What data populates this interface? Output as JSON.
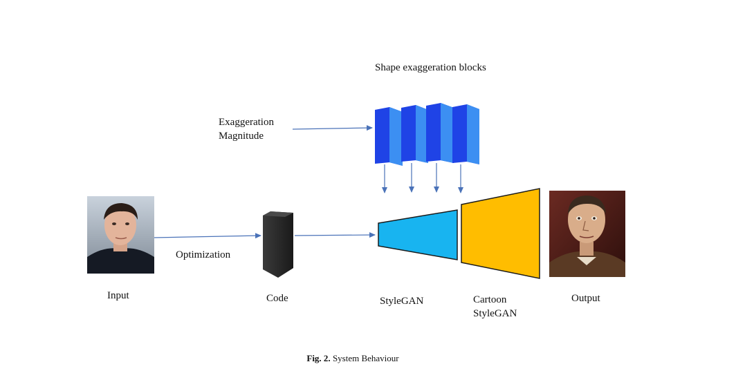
{
  "labels": {
    "blocks_title": "Shape exaggeration blocks",
    "exaggeration_line1": "Exaggeration",
    "exaggeration_line2": "Magnitude",
    "optimization": "Optimization",
    "input": "Input",
    "code": "Code",
    "stylegan": "StyleGAN",
    "cartoon_line1": "Cartoon",
    "cartoon_line2": "StyleGAN",
    "output": "Output"
  },
  "caption": {
    "fig_label": "Fig. 2.",
    "text": "System Behaviour"
  },
  "colors": {
    "arrow": "#4a72b8",
    "stylegan_fill": "#18b4f0",
    "cartoon_fill": "#ffbd00",
    "block_front": "#1f43e6",
    "block_side": "#3c8ff2",
    "code_block": "#2b2b2b"
  },
  "images": {
    "input": "portrait-photo",
    "output": "cartoon-portrait"
  }
}
